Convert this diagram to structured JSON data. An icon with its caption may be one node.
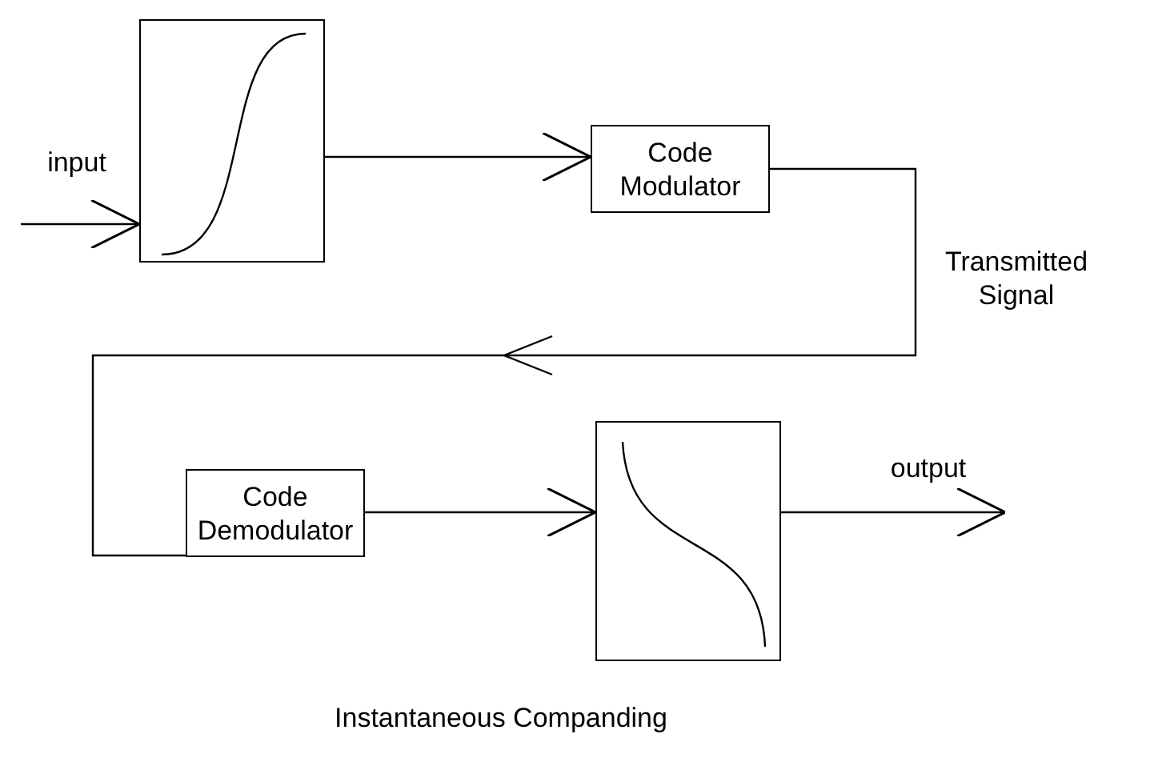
{
  "diagram": {
    "caption": "Instantaneous Companding",
    "nodes": [
      {
        "text": [],
        "shape": "box"
      },
      {
        "text": [
          "Code Modulator"
        ]
      },
      {
        "text": [
          "Code Demodulator"
        ]
      },
      {
        "text": [],
        "shape": "box"
      }
    ],
    "edges": [
      {
        "from": null,
        "to": 0,
        "arrow": "to",
        "label": "input"
      },
      {
        "from": 0,
        "to": 1,
        "arrow": "to"
      },
      {
        "from": 1,
        "to": 2,
        "arrow": "to",
        "label": "Transmitted Signal"
      },
      {
        "from": 2,
        "to": 3,
        "arrow": "to"
      },
      {
        "from": 3,
        "to": null,
        "arrow": "to",
        "label": "output"
      }
    ]
  }
}
